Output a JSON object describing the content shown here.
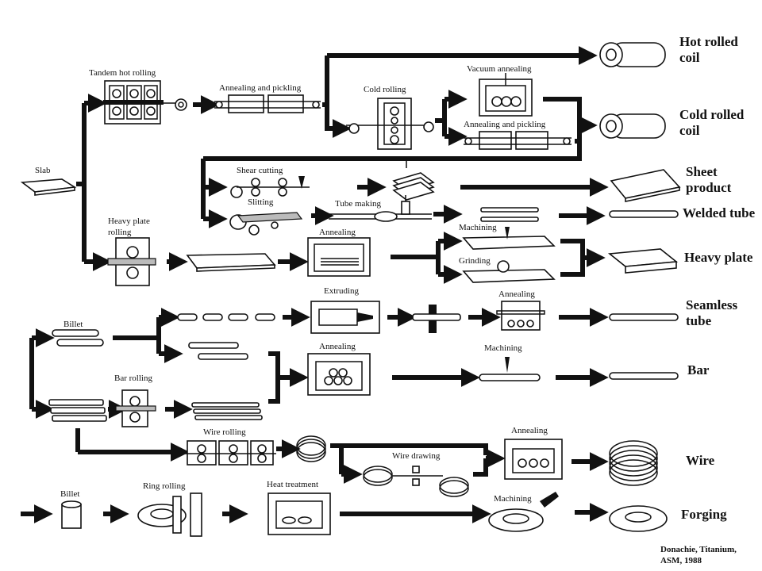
{
  "labels": {
    "slab": "Slab",
    "tandem_hot_rolling": "Tandem hot rolling",
    "annealing_and_pickling_1": "Annealing and pickling",
    "cold_rolling": "Cold rolling",
    "vacuum_annealing": "Vacuum annealing",
    "annealing_and_pickling_2": "Annealing and pickling",
    "shear_cutting": "Shear cutting",
    "slitting": "Slitting",
    "tube_making": "Tube making",
    "heavy_plate_rolling_1": "Heavy plate",
    "heavy_plate_rolling_2": "rolling",
    "annealing_plate": "Annealing",
    "machining_plate": "Machining",
    "grinding": "Grinding",
    "billet": "Billet",
    "extruding": "Extruding",
    "annealing_tube": "Annealing",
    "annealing_bar": "Annealing",
    "machining_bar": "Machining",
    "bar_rolling": "Bar rolling",
    "wire_rolling": "Wire rolling",
    "wire_drawing": "Wire drawing",
    "annealing_wire": "Annealing",
    "billet_forging": "Billet",
    "ring_rolling": "Ring rolling",
    "heat_treatment": "Heat treatment",
    "machining_forging": "Machining"
  },
  "products": {
    "hot_rolled_coil_1": "Hot rolled",
    "hot_rolled_coil_2": "coil",
    "cold_rolled_coil_1": "Cold rolled",
    "cold_rolled_coil_2": "coil",
    "sheet_product_1": "Sheet",
    "sheet_product_2": "product",
    "welded_tube": "Welded tube",
    "heavy_plate": "Heavy plate",
    "seamless_tube_1": "Seamless",
    "seamless_tube_2": "tube",
    "bar": "Bar",
    "wire": "Wire",
    "forging": "Forging"
  },
  "citation": {
    "line1": "Donachie, Titanium,",
    "line2": "ASM, 1988"
  }
}
